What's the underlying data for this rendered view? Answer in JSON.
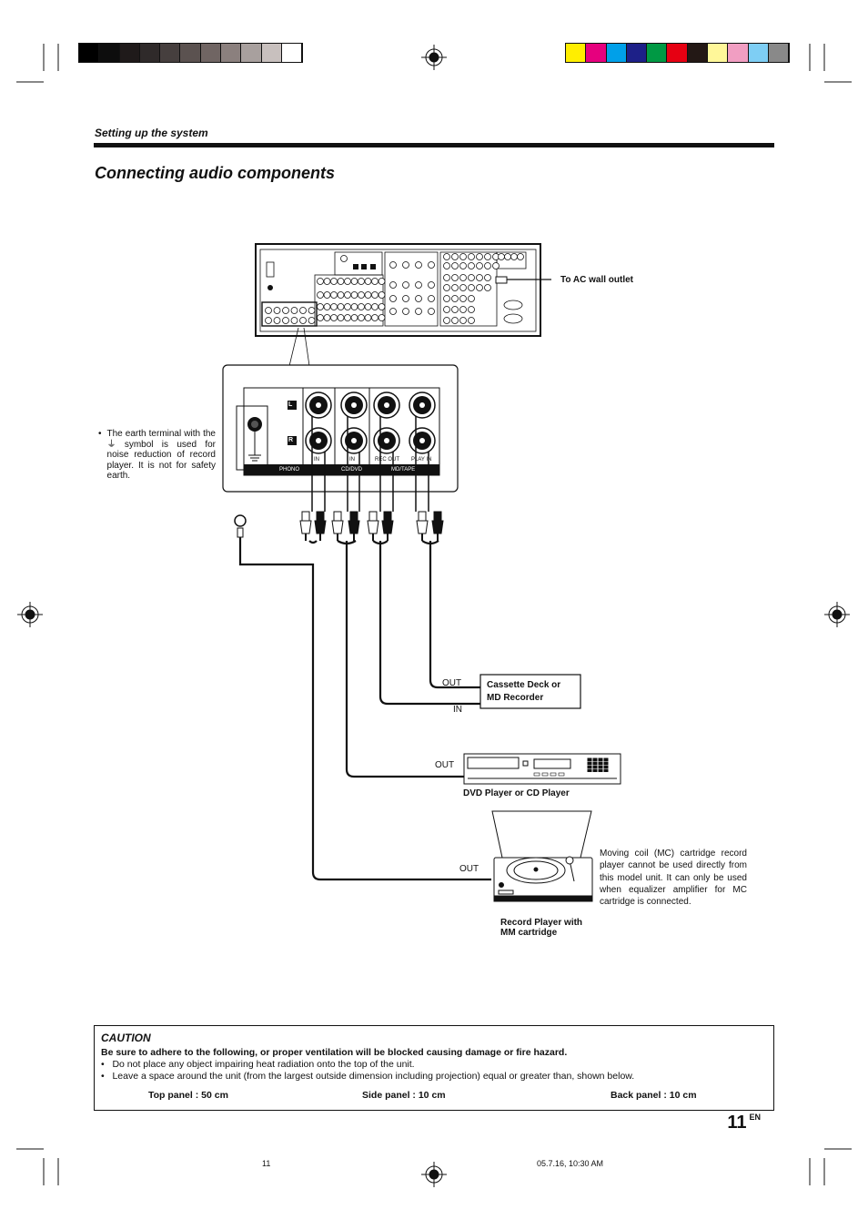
{
  "header": {
    "section": "Setting up the system",
    "title": "Connecting audio components"
  },
  "color_bars": {
    "grays": [
      "#000000",
      "#0d0d0d",
      "#1f1a1a",
      "#2f2a2a",
      "#463f3e",
      "#5b5250",
      "#706563",
      "#8b807e",
      "#a8a09e",
      "#c8c0be",
      "#ffffff"
    ],
    "colors": [
      "#ffee00",
      "#e6007e",
      "#00a0e9",
      "#1d2088",
      "#009944",
      "#e60012",
      "#231815",
      "#fff799",
      "#f19ec2",
      "#7ecef4",
      "#898989"
    ]
  },
  "diagram": {
    "ac_outlet_label": "To AC wall outlet",
    "jack_L": "L",
    "jack_R": "R",
    "jack_in_phono": "IN",
    "jack_in_cd": "IN",
    "jack_rec_out": "REC OUT",
    "jack_play_in": "PLAY IN",
    "panel_phono": "PHONO",
    "panel_cddvd": "CD/DVD",
    "panel_mdtape": "MD/TAPE",
    "earth_note": "The earth terminal with the ⏚ symbol is used for noise reduction of record player. It is not for safety earth.",
    "cassette": {
      "label": "Cassette Deck or MD Recorder",
      "out": "OUT",
      "in": "IN"
    },
    "dvd": {
      "label": "DVD Player or CD Player",
      "out": "OUT"
    },
    "record": {
      "label": "Record Player with MM cartridge",
      "out": "OUT"
    },
    "mc_note": "Moving coil (MC) cartridge record player cannot be used directly from this model unit. It can only be used when equalizer amplifier for MC cartridge is connected."
  },
  "caution": {
    "title": "CAUTION",
    "lead": "Be sure to adhere to the following, or proper ventilation will be blocked causing damage or fire hazard.",
    "bullets": [
      "Do not place any object impairing heat radiation onto the top of the unit.",
      "Leave a space around the unit (from the largest outside dimension including projection) equal or greater than, shown below."
    ],
    "top": "Top panel : 50 cm",
    "side": "Side panel : 10 cm",
    "back": "Back panel : 10 cm"
  },
  "page": {
    "number": "11",
    "lang": "EN"
  },
  "footer": {
    "left": "11",
    "right": "05.7.16, 10:30 AM"
  }
}
